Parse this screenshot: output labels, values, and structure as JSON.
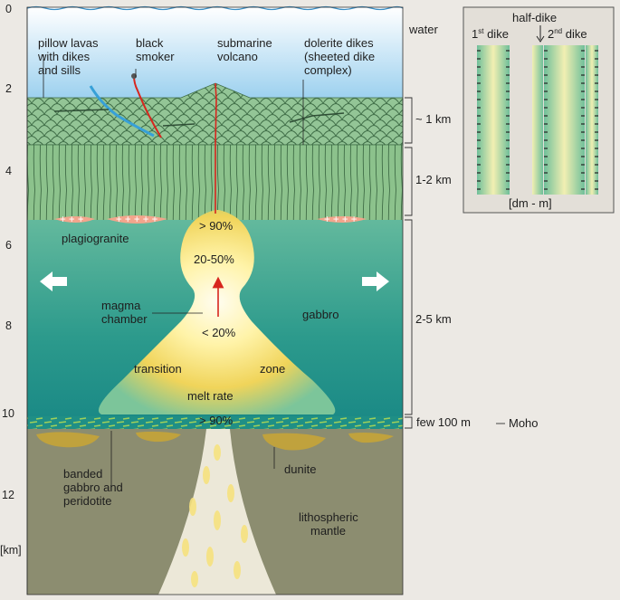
{
  "depth_axis": {
    "ticks": [
      "0",
      "2",
      "4",
      "6",
      "8",
      "10",
      "12"
    ],
    "unit": "[km]"
  },
  "layers": {
    "water": "water",
    "upper_crust_thickness": "~ 1 km",
    "dikes_thickness": "1-2 km",
    "gabbro_thickness": "2-5 km",
    "transition_thickness": "few 100 m",
    "moho": "Moho"
  },
  "features": {
    "pillow_lavas": [
      "pillow lavas",
      "with dikes",
      "and sills"
    ],
    "black_smoker": [
      "black",
      "smoker"
    ],
    "submarine_volcano": [
      "submarine",
      "volcano"
    ],
    "dolerite_dikes": [
      "dolerite dikes",
      "(sheeted dike",
      "complex)"
    ],
    "plagiogranite": "plagiogranite",
    "magma_chamber": [
      "magma",
      "chamber"
    ],
    "gabbro": "gabbro",
    "transition_left": "transition",
    "transition_right": "zone",
    "dunite": "dunite",
    "banded": [
      "banded",
      "gabbro and",
      "peridotite"
    ],
    "mantle": [
      "lithospheric",
      "mantle"
    ]
  },
  "melt": {
    "top": "> 90%",
    "mid": "20-50%",
    "low": "< 20%",
    "rate_label": "melt rate",
    "bottom": "> 90%"
  },
  "inset": {
    "title": "half-dike",
    "dike1_num": "1",
    "dike1_sup": "st",
    "dike1_word": " dike",
    "dike2_num": "2",
    "dike2_sup": "nd",
    "dike2_word": " dike",
    "scale": "[dm - m]"
  },
  "colors": {
    "water_top": "#ffffff",
    "water_bottom": "#9fd2ef",
    "pillow": "#8fbf8f",
    "gabbro_top": "#5fb59a",
    "gabbro_bottom": "#1e8f86",
    "mantle": "#8d8d6f",
    "melt_core": "#fffbe0",
    "melt_edge": "#f2c94c",
    "plagiogranite": "#f0a48c"
  }
}
